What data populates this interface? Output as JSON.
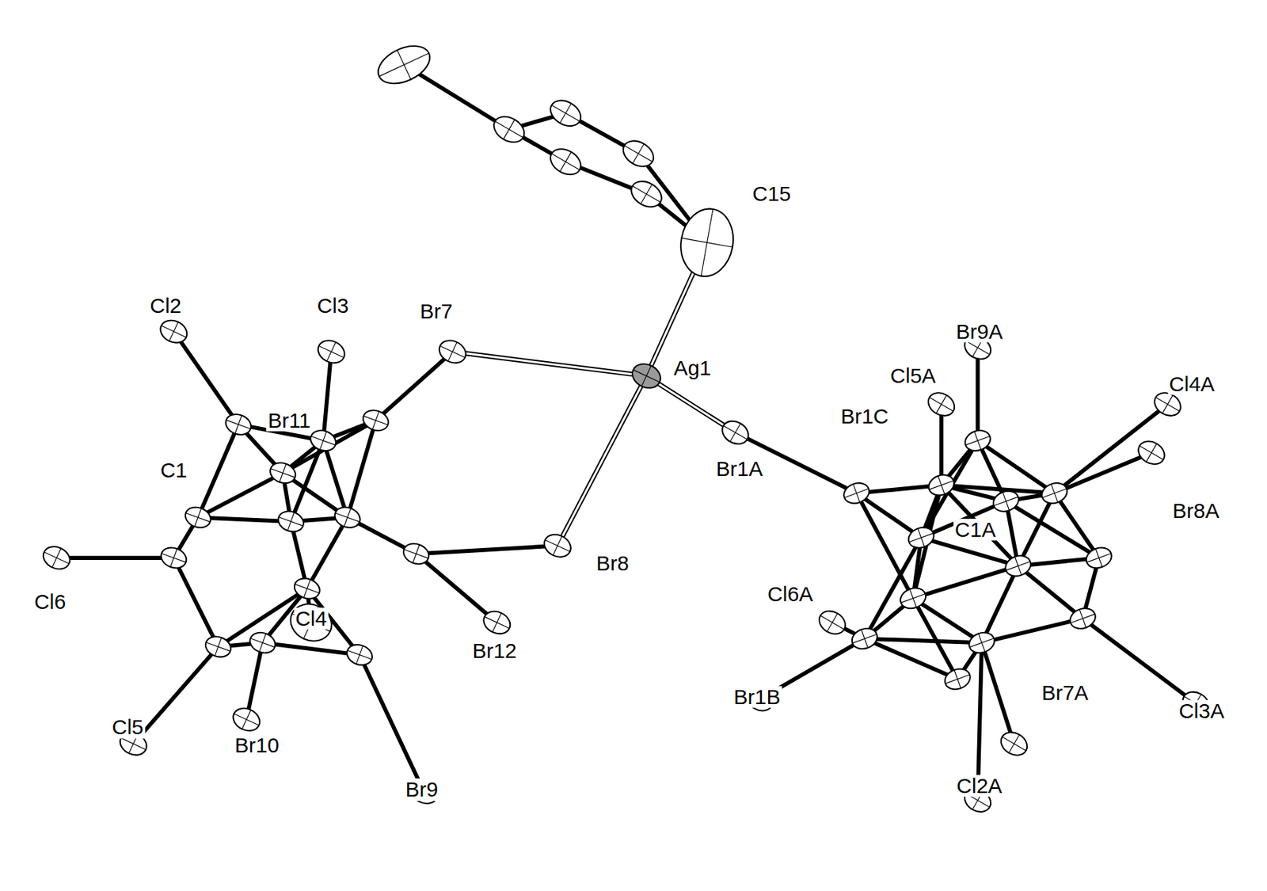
{
  "diagram": {
    "labels": [
      "C15",
      "Br9A",
      "Cl2",
      "Cl3",
      "Br7",
      "Ag1",
      "Cl5A",
      "Cl4A",
      "Br11",
      "Br1C",
      "C1",
      "Br1A",
      "Br8A",
      "C1A",
      "Br8",
      "Cl6",
      "Cl6A",
      "Cl4",
      "Br12",
      "Br1B",
      "Br7A",
      "Cl3A",
      "Cl5",
      "Br10",
      "Cl2A",
      "Br9"
    ]
  }
}
